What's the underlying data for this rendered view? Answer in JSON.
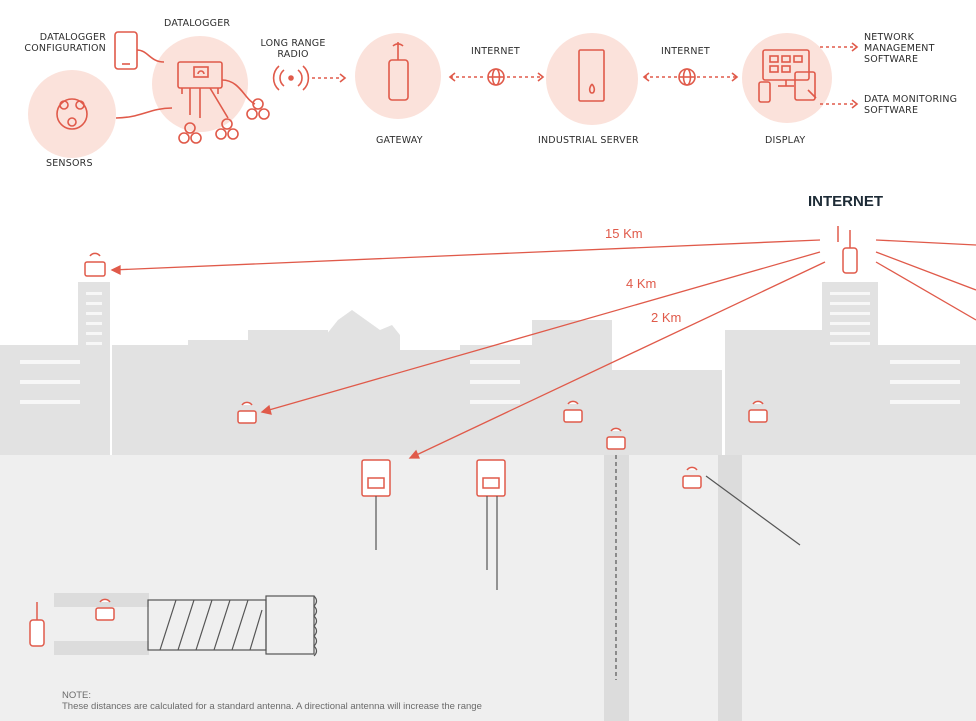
{
  "colors": {
    "accent": "#e05a4a",
    "circle": "#fbe2db",
    "ground": "#efefef",
    "buildings": "#e1e1e1"
  },
  "flow": {
    "datalogger_config": [
      "DATALOGGER",
      "CONFIGURATION"
    ],
    "datalogger": "DATALOGGER",
    "long_range_radio": [
      "LONG RANGE",
      "RADIO"
    ],
    "sensors": "SENSORS",
    "gateway": "GATEWAY",
    "internet_1": "INTERNET",
    "industrial_server": "INDUSTRIAL SERVER",
    "internet_2": "INTERNET",
    "display": "DISPLAY",
    "network_mgmt": [
      "NETWORK",
      "MANAGEMENT",
      "SOFTWARE"
    ],
    "data_monitoring": [
      "DATA MONITORING",
      "SOFTWARE"
    ]
  },
  "scene": {
    "internet_title": "INTERNET",
    "distances": [
      "15 Km",
      "4 Km",
      "2 Km"
    ],
    "note_title": "NOTE:",
    "note_text": "These distances are calculated for a standard antenna. A directional antenna will increase the range"
  },
  "icons": [
    "smartphone-icon",
    "datalogger-icon",
    "sensor-icon",
    "radio-wave-icon",
    "gateway-icon",
    "globe-icon",
    "server-icon",
    "display-icon",
    "antenna-icon"
  ]
}
